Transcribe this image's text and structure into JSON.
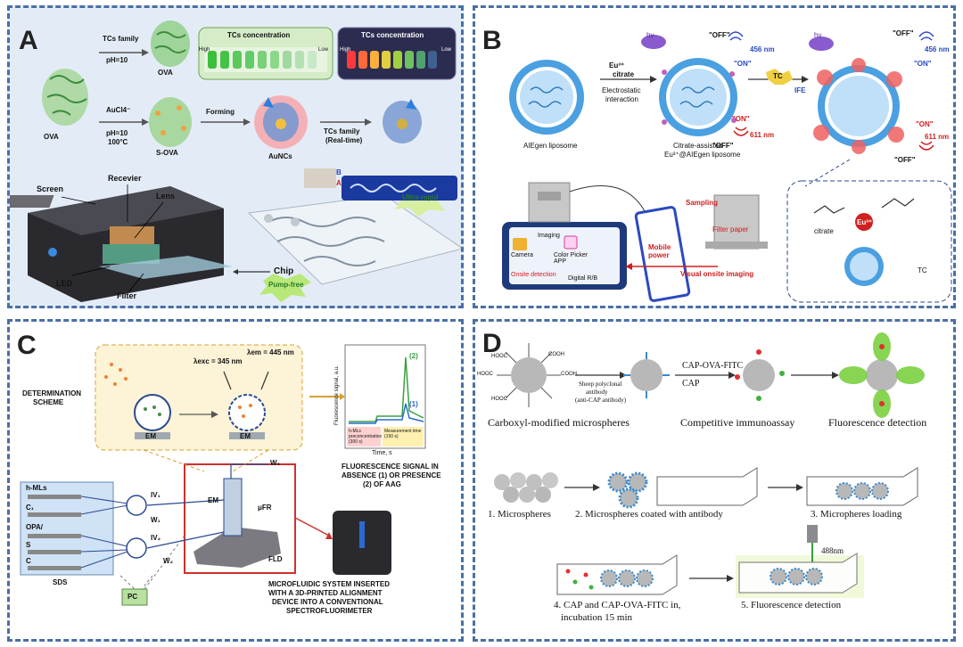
{
  "panels": {
    "A": {
      "letter": "A",
      "labels": {
        "ova_left": "OVA",
        "tcs_family_top": "TCs family",
        "ph10_top": "pH=10",
        "ova_top": "OVA",
        "tcs_conc_1": "TCs concentration",
        "tcs_conc_2": "TCs concentration",
        "high_1": "High",
        "low_1": "Low",
        "high_2": "High",
        "low_2": "Low",
        "aucl4": "AuCl4⁻",
        "ph10_mid": "pH=10",
        "temp": "100°C",
        "s_ova": "S-OVA",
        "forming": "Forming",
        "tcs_family_mid": "TCs family",
        "realtime": "(Real-time)",
        "aunc": "AuNCs",
        "screen": "Screen",
        "receiver": "Recevier",
        "lens": "Lens",
        "led": "LED",
        "filter": "Filter",
        "chip": "Chip",
        "ultra_rapid": "Ultra-rapid",
        "pump_free": "Pump-free",
        "chip_b": "B",
        "chip_a": "A"
      }
    },
    "B": {
      "letter": "B",
      "labels": {
        "eu": "Eu³⁺",
        "citrate": "citrate",
        "electrostatic": "Electrostatic",
        "interaction": "interaction",
        "aiegen_liposome": "AIEgen liposome",
        "citrate_assisted": "Citrate-assisted",
        "eu_aiegen": "Eu³⁺@AIEgen liposome",
        "tc": "TC",
        "ife": "IFE",
        "hv1": "hv",
        "hv2": "hv",
        "off1": "\"OFF\"",
        "on1": "\"ON\"",
        "nm456_1": "456 nm",
        "on2": "\"ON\"",
        "off2": "\"OFF\"",
        "nm611_1": "611 nm",
        "off3": "\"OFF\"",
        "on3": "\"ON\"",
        "nm456_2": "456 nm",
        "on4": "\"ON\"",
        "nm611_2": "611 nm",
        "off4": "\"OFF\"",
        "sampling": "Sampling",
        "filter_paper": "Filter paper",
        "mobile_power": "Mobile power",
        "visual_onsite": "Visual onsite imaging",
        "camera": "Camera",
        "imaging": "Imaging",
        "color_picker": "Color Picker APP",
        "onsite_detection": "Onsite detection",
        "digital_rgb": "Digital R/B",
        "citrate_zoom": "citrate",
        "eu_zoom": "Eu³⁺",
        "tc_zoom": "TC"
      }
    },
    "C": {
      "letter": "C",
      "labels": {
        "determination": "DETERMINATION",
        "scheme": "SCHEME",
        "lambda_exc": "λexc = 345 nm",
        "lambda_em": "λem = 445 nm",
        "em1": "EM",
        "em2": "EM",
        "ylabel": "Fluorescence signal, a.u.",
        "xlabel": "Time, s",
        "series2": "(2)",
        "series1": "(1)",
        "hml_pre": "h-MLs preconcentration (300 s)",
        "measurement": "Measurement time (150 s)",
        "fluor_title_1": "FLUORESCENCE SIGNAL IN",
        "fluor_title_2": "ABSENCE (1) OR PRESENCE",
        "fluor_title_3": "(2) OF AAG",
        "hmls": "h-MLs",
        "c1": "C₁",
        "opa": "OPA/",
        "s": "S",
        "c": "C",
        "sds": "SDS",
        "iv1": "IV₁",
        "iv2": "IV₂",
        "w1": "W₁",
        "w2": "W₂",
        "w3": "W₃",
        "em3": "EM",
        "mufr": "μFR",
        "fld": "FLD",
        "pc": "PC",
        "micro_1": "MICROFLUIDIC SYSTEM INSERTED",
        "micro_2": "WITH A 3D-PRINTED ALIGNMENT",
        "micro_3": "DEVICE INTO A CONVENTIONAL",
        "micro_4": "SPECTROFLUORIMETER"
      }
    },
    "D": {
      "letter": "D",
      "labels": {
        "hooc1": "HOOC",
        "hooc2": "HOOC",
        "hooc3": "HOOC",
        "cooh1": "COOH",
        "cooh2": "COOH",
        "sheep1": "Sheep polyclonal",
        "sheep2": "antibody",
        "sheep3": "(anti-CAP antibody)",
        "cap_ova_fitc": "CAP-OVA-FITC",
        "cap": "CAP",
        "carboxyl": "Carboxyl-modified microspheres",
        "competitive": "Competitive immunoassay",
        "fluor_det": "Fluorescence detection",
        "step1": "1. Microspheres",
        "step2": "2.  Microspheres coated with antibody",
        "step3": "3. Micropheres loading",
        "step4a": "4. CAP and CAP-OVA-FITC in,",
        "step4b": "incubation 15 min",
        "step5": "5. Fluorescence detection",
        "nm488": "488nm"
      }
    }
  },
  "colors": {
    "panel_border": "#4a6fa5",
    "panel_a_bg": "#dfe9f5",
    "liposome_blue": "#3a7bd5",
    "warning_red": "#e02020",
    "green_highlight": "#9be04a"
  }
}
